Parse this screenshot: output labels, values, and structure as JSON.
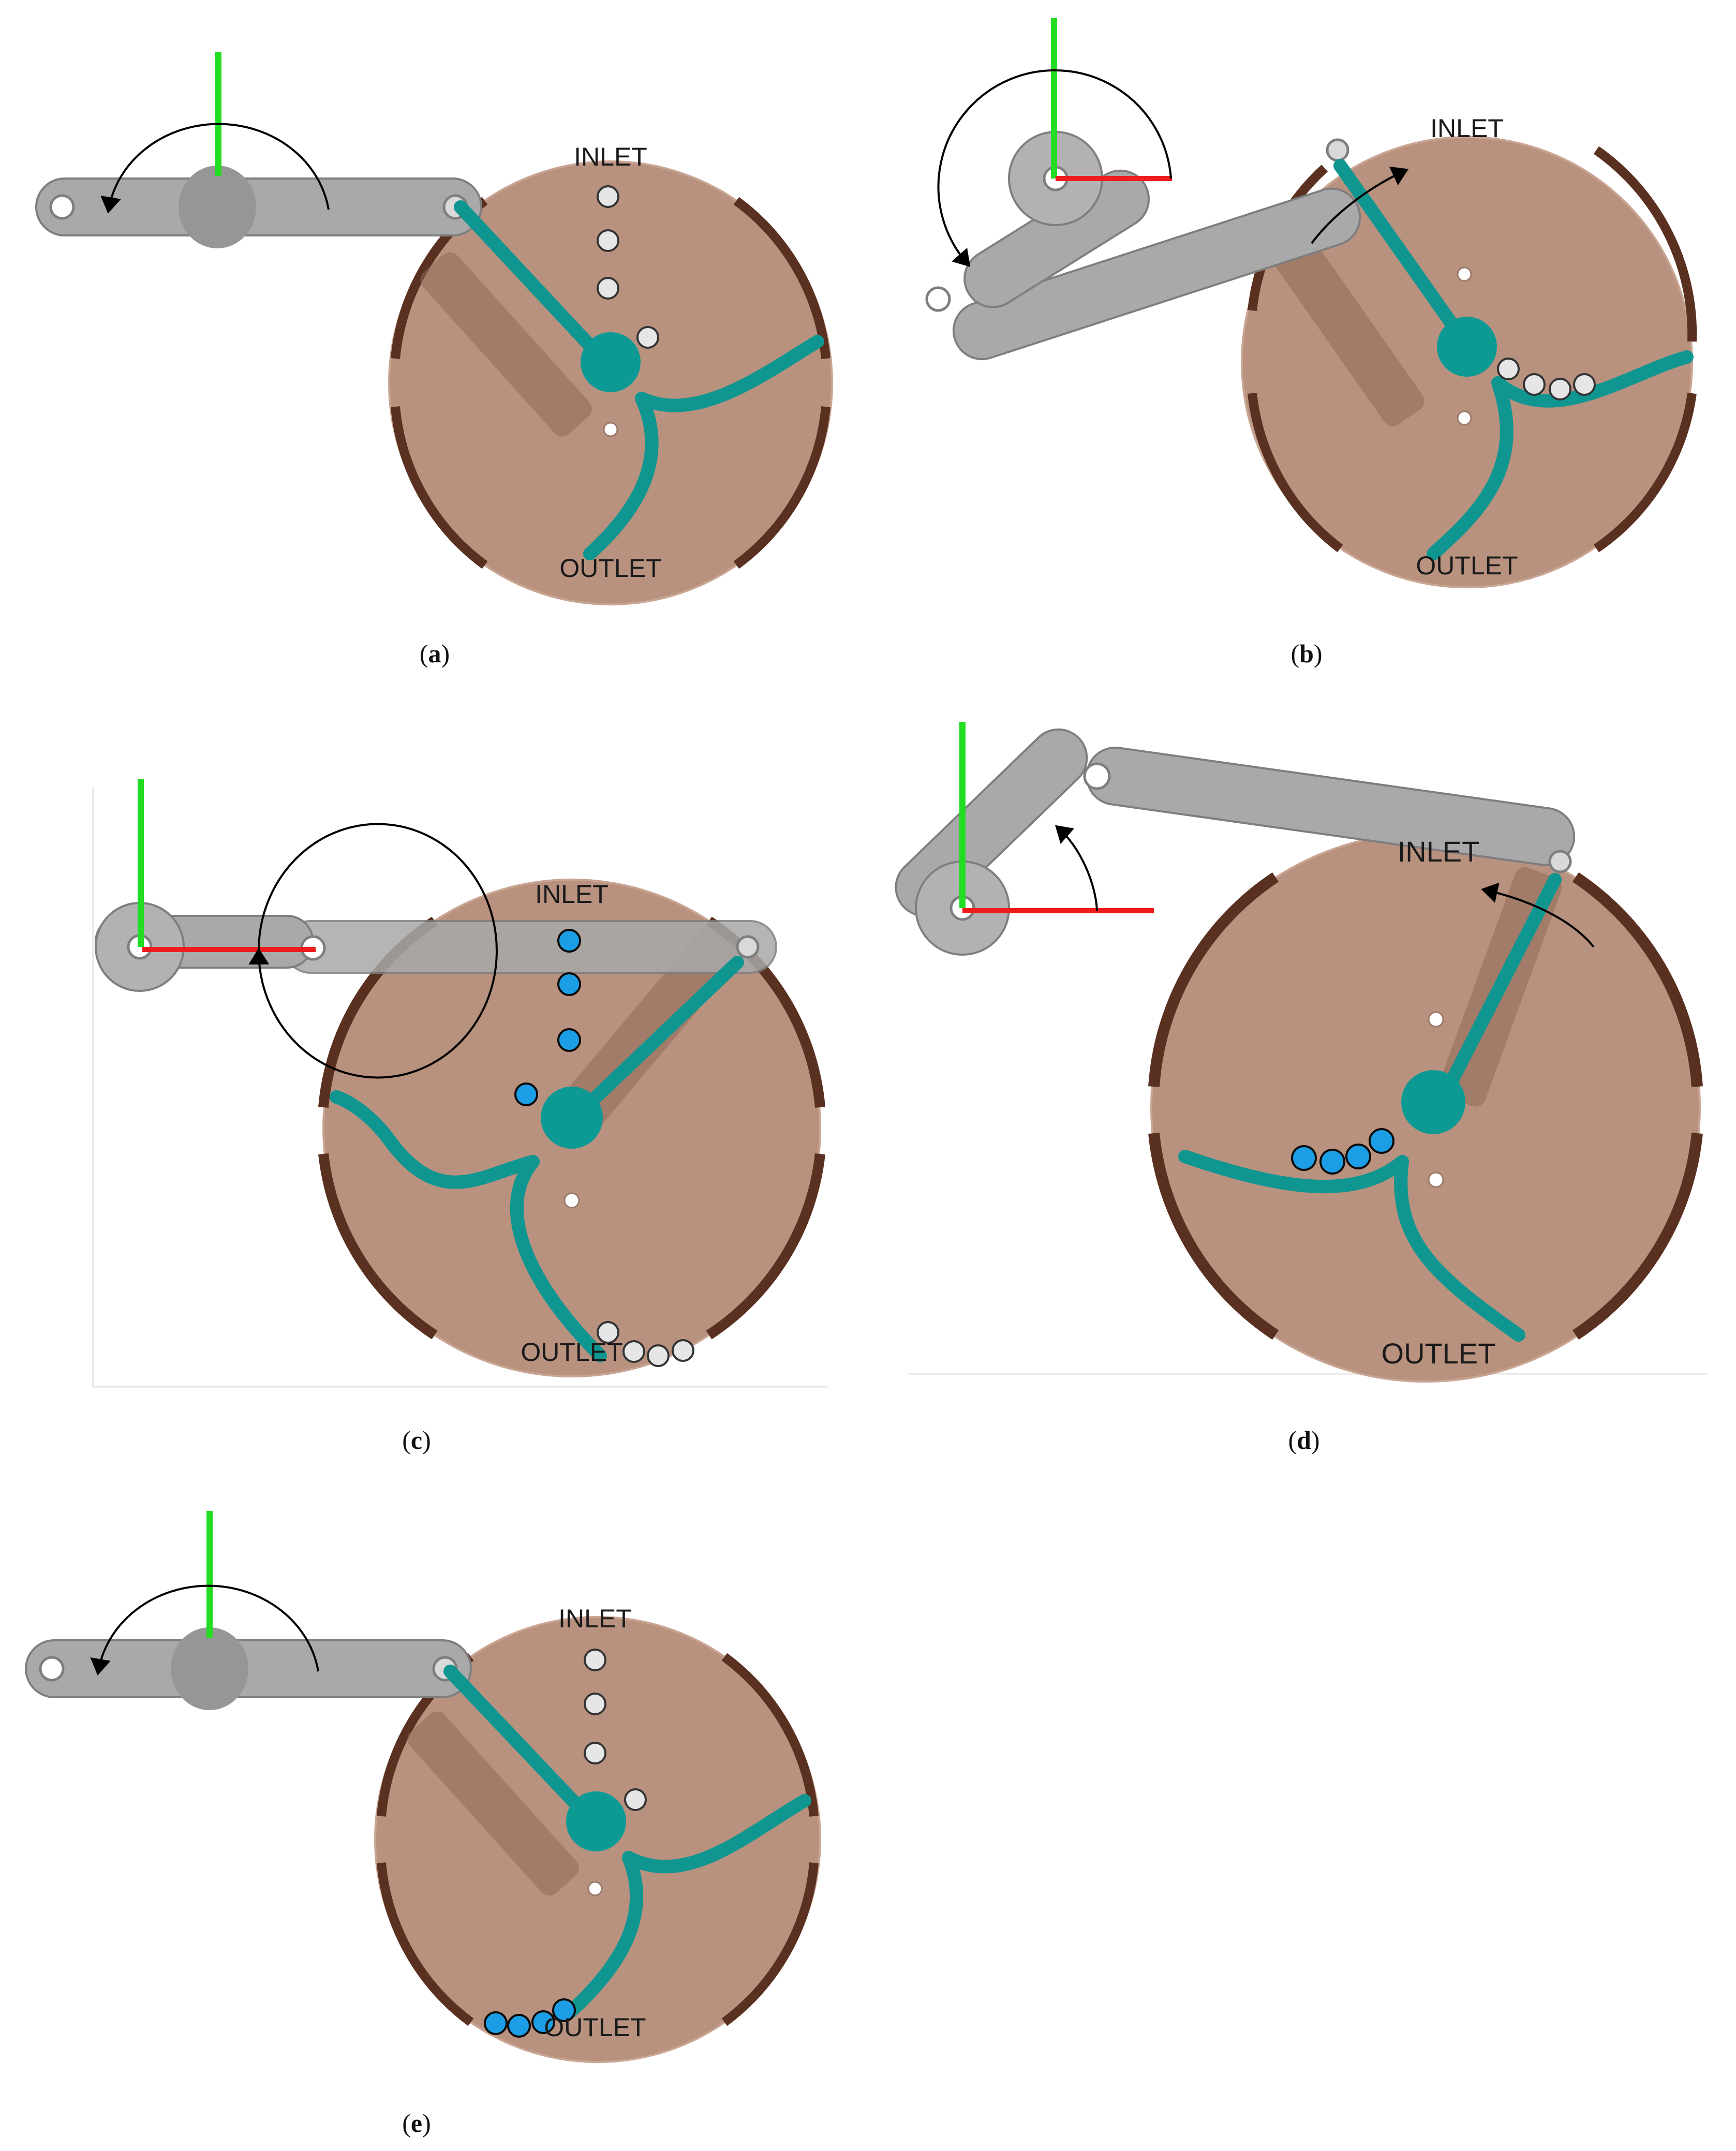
{
  "colors": {
    "disc": "#b8917f",
    "rim": "#5a3020",
    "channel": "#0f9690",
    "hub": "#0e9a94",
    "link": "#a9a9a9",
    "link_edge": "#7e7e7e",
    "vertical_ref": "#22dd22",
    "horizontal_ref": "#ee1c1c",
    "droplet_empty": "#e6e6e6",
    "droplet_filled": "#1c9ee6"
  },
  "icons": [
    "rotation-arrow-icon",
    "droplet-icon",
    "pin-hole-icon"
  ],
  "panels": [
    {
      "id": "a",
      "caption_letter": "a",
      "inlet_label": "INLET",
      "outlet_label": "OUTLET",
      "droplet_state": "empty",
      "droplet_position": "inlet",
      "crank_angle_deg": 0
    },
    {
      "id": "b",
      "caption_letter": "b",
      "inlet_label": "INLET",
      "outlet_label": "OUTLET",
      "droplet_state": "empty",
      "droplet_position": "mid-right",
      "crank_angle_deg": 210
    },
    {
      "id": "c",
      "caption_letter": "c",
      "inlet_label": "INLET",
      "outlet_label": "OUTLET",
      "droplet_state": "filled+empty",
      "droplet_position": "inlet+outlet",
      "crank_angle_deg": 360
    },
    {
      "id": "d",
      "caption_letter": "d",
      "inlet_label": "INLET",
      "outlet_label": "OUTLET",
      "droplet_state": "filled",
      "droplet_position": "mid-left",
      "crank_angle_deg": 60
    },
    {
      "id": "e",
      "caption_letter": "e",
      "inlet_label": "INLET",
      "outlet_label": "OUTLET",
      "droplet_state": "empty+filled",
      "droplet_position": "inlet+outlet",
      "crank_angle_deg": 180
    }
  ]
}
